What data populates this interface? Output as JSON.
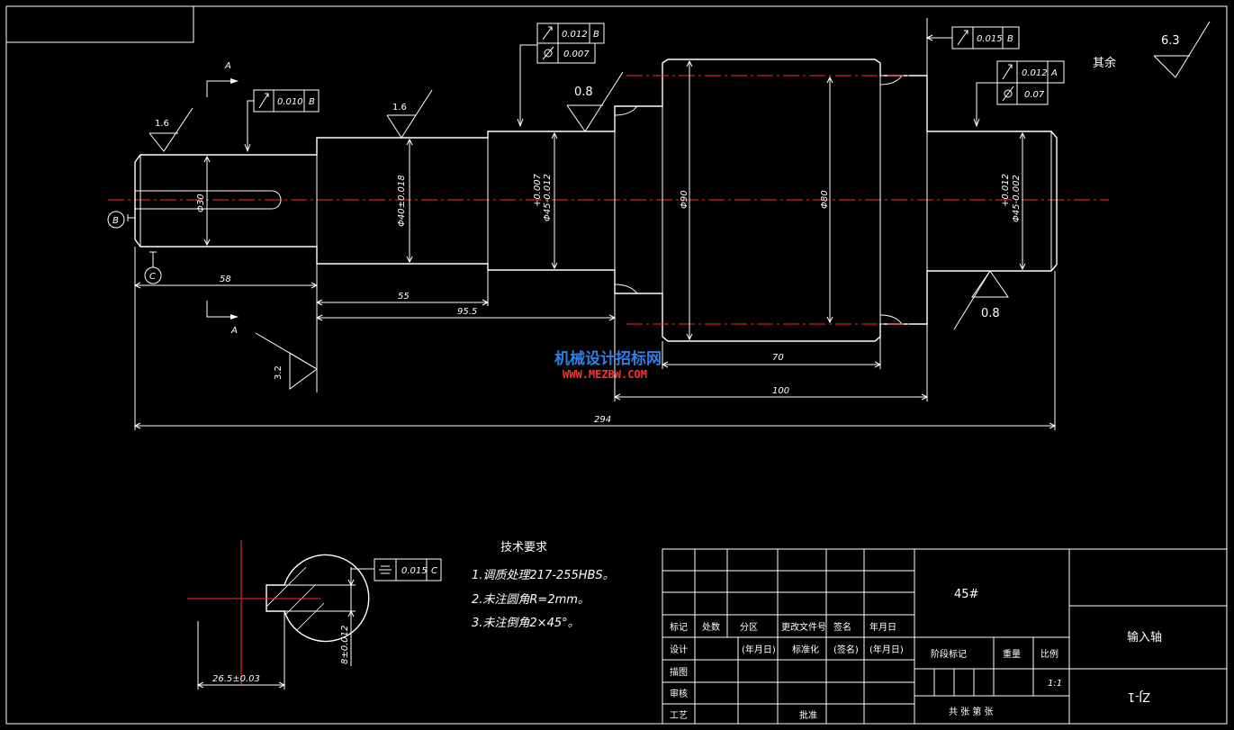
{
  "section_labels": {
    "a_top": "A",
    "a_bottom": "A"
  },
  "datums": {
    "b": "B",
    "c": "C"
  },
  "surface_finish": {
    "s1": "1.6",
    "s2": "1.6",
    "s3": "0.8",
    "s4": "0.8",
    "s5": "3.2",
    "general": "6.3",
    "general_label": "其余"
  },
  "tolerance_frames": {
    "f1": {
      "value": "0.010",
      "datum": "B"
    },
    "f2_row1": {
      "value": "0.012",
      "datum": "B"
    },
    "f2_row2": {
      "value": "0.007"
    },
    "f3": {
      "value": "0.015",
      "datum": "B"
    },
    "f4_row1": {
      "value": "0.012",
      "datum": "A"
    },
    "f4_row2": {
      "value": "0.07"
    },
    "f5": {
      "value": "0.015",
      "datum": "C"
    }
  },
  "diameters": {
    "d30": "Φ30",
    "d40": "Φ40±0.018",
    "d45a_main": "Φ45-0.012",
    "d45a_sup": "+0.007",
    "d90": "Φ90",
    "d80": "Φ80",
    "d45b_main": "Φ45-0.002",
    "d45b_sup": "+0.012"
  },
  "lengths": {
    "l58": "58",
    "l55": "55",
    "l95": "95.5",
    "l70": "70",
    "l100": "100",
    "l294": "294"
  },
  "section_dims": {
    "width": "26.5±0.03",
    "keyway": "8±0.012"
  },
  "watermark": {
    "line1": "机械设计招标网",
    "line2": "WWW.MEZBW.COM"
  },
  "tech_requirements": {
    "title": "技术要求",
    "items": [
      "1.调质处理217-255HBS。",
      "2.未注圆角R=2mm。",
      "3.未注倒角2×45°。"
    ]
  },
  "title_block": {
    "material": "45#",
    "part_name": "输入轴",
    "drawing_no": "ZJ-1",
    "headers": [
      "标记",
      "处数",
      "分区",
      "更改文件号",
      "签名",
      "年月日"
    ],
    "design_row": [
      "设计",
      "(年月日)",
      "标准化",
      "(签名)",
      "(年月日)"
    ],
    "drafting": "描图",
    "review": "审核",
    "process": "工艺",
    "approve": "批准",
    "stage_mark": "阶段标记",
    "weight": "重量",
    "scale_label": "比例",
    "scale_value": "1:1",
    "sheets": "共    张    第    张"
  }
}
